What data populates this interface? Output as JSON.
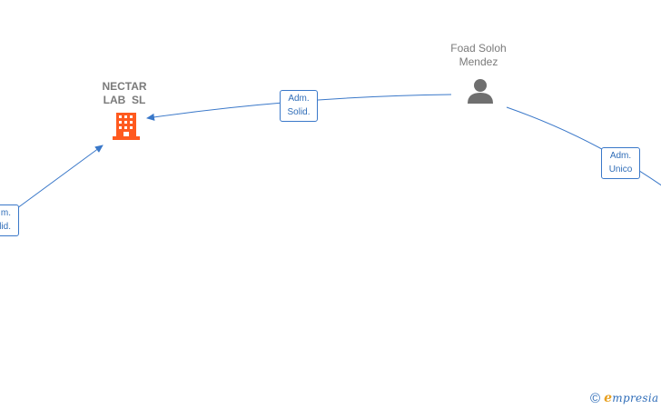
{
  "nodes": {
    "company": {
      "line1": "NECTAR",
      "line2": "LAB  SL",
      "color": "#ff5a1f"
    },
    "person": {
      "line1": "Foad Soloh",
      "line2": "Mendez",
      "color": "#6f6f6f"
    }
  },
  "edges": [
    {
      "line1": "Adm.",
      "line2": "Solid."
    },
    {
      "line1": "Adm.",
      "line2": "Unico"
    },
    {
      "line1": "m.",
      "line2": "lid."
    }
  ],
  "footer": {
    "copyright_symbol": "©",
    "brand_initial": "e",
    "brand_rest": "mpresia"
  },
  "colors": {
    "edge": "#3a78c9",
    "label_text": "#7a7a7a",
    "brand": "#2f6db8",
    "brand_accent": "#e8a020"
  }
}
